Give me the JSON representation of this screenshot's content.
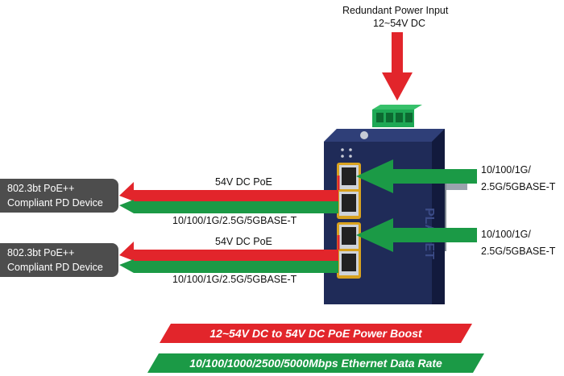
{
  "power_input": {
    "line1": "Redundant Power Input",
    "line2": "12~54V DC"
  },
  "devices": [
    {
      "line1": "802.3bt PoE++",
      "line2": "Compliant PD Device"
    },
    {
      "line1": "802.3bt PoE++",
      "line2": "Compliant PD Device"
    }
  ],
  "links": [
    {
      "poe_label": "54V DC PoE",
      "data_label": "10/100/1G/2.5G/5GBASE-T"
    },
    {
      "poe_label": "54V DC PoE",
      "data_label": "10/100/1G/2.5G/5GBASE-T"
    }
  ],
  "uplinks": [
    {
      "line1": "10/100/1G/",
      "line2": "2.5G/5GBASE-T"
    },
    {
      "line1": "10/100/1G/",
      "line2": "2.5G/5GBASE-T"
    }
  ],
  "brand_text": "PLANET",
  "banners": {
    "power_boost": "12~54V DC to 54V DC PoE Power Boost",
    "data_rate": "10/100/1000/2500/5000Mbps Ethernet Data Rate"
  },
  "colors": {
    "red": "#e2252b",
    "green": "#1b9a46",
    "device_body": "#1e2a55",
    "label_box": "#4d4d4d"
  }
}
